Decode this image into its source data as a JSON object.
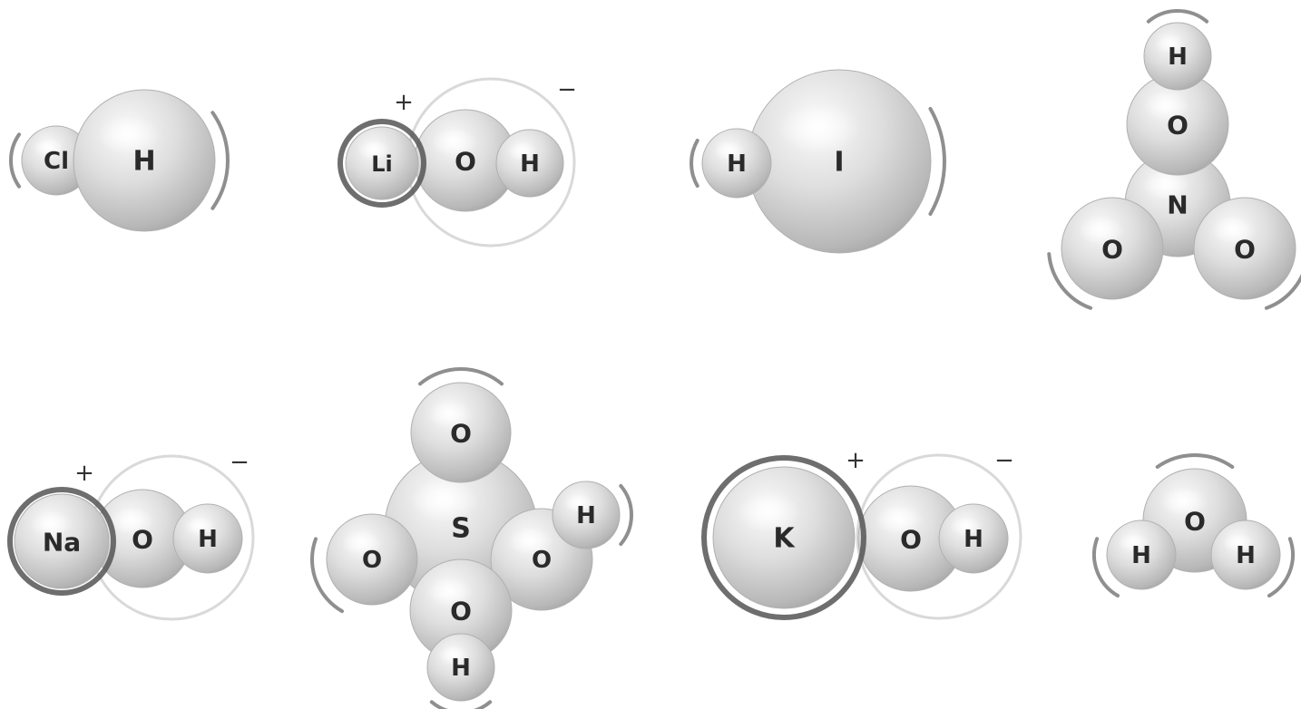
{
  "molecules": [
    {
      "name": "HCl",
      "atoms": [
        {
          "element": "H"
        },
        {
          "element": "Cl"
        }
      ]
    },
    {
      "name": "LiOH",
      "atoms": [
        {
          "element": "Li"
        },
        {
          "element": "O"
        },
        {
          "element": "H"
        }
      ],
      "charges": [
        "+",
        "−"
      ]
    },
    {
      "name": "HI",
      "atoms": [
        {
          "element": "H"
        },
        {
          "element": "I"
        }
      ]
    },
    {
      "name": "HNO3",
      "atoms": [
        {
          "element": "H"
        },
        {
          "element": "O"
        },
        {
          "element": "N"
        },
        {
          "element": "O"
        },
        {
          "element": "O"
        }
      ]
    },
    {
      "name": "NaOH",
      "atoms": [
        {
          "element": "Na"
        },
        {
          "element": "O"
        },
        {
          "element": "H"
        }
      ],
      "charges": [
        "+",
        "−"
      ]
    },
    {
      "name": "H2SO4",
      "atoms": [
        {
          "element": "O"
        },
        {
          "element": "S"
        },
        {
          "element": "O"
        },
        {
          "element": "O"
        },
        {
          "element": "H"
        },
        {
          "element": "O"
        },
        {
          "element": "H"
        }
      ]
    },
    {
      "name": "KOH",
      "atoms": [
        {
          "element": "K"
        },
        {
          "element": "O"
        },
        {
          "element": "H"
        }
      ],
      "charges": [
        "+",
        "−"
      ]
    },
    {
      "name": "H2O",
      "atoms": [
        {
          "element": "O"
        },
        {
          "element": "H"
        },
        {
          "element": "H"
        }
      ]
    }
  ],
  "colors": {
    "atom_light": "#f7f7f7",
    "atom_mid": "#d3d3d3",
    "atom_dark": "#9c9c9c",
    "ion_ring": "#555555",
    "ion_shell": "#dcdcdc"
  }
}
